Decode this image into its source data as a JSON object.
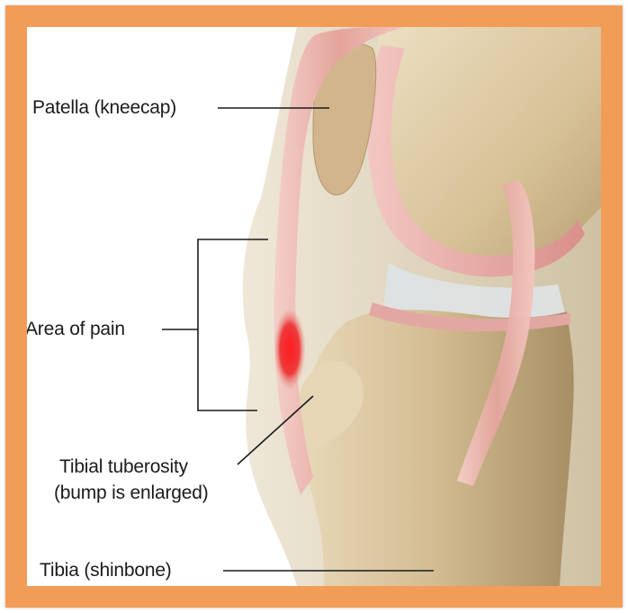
{
  "frame": {
    "border_color": "#f29d57"
  },
  "labels": {
    "patella": "Patella (kneecap)",
    "area_of_pain": "Area of pain",
    "tibial_tuberosity_line1": "Tibial tuberosity",
    "tibial_tuberosity_line2": "(bump is enlarged)",
    "tibia": "Tibia (shinbone)"
  },
  "colors": {
    "bone": "#d9c49c",
    "cartilage": "#e9a9a6",
    "tendon": "#eab8b0",
    "pain": "#e8262a",
    "background_tissue": "#d8cdb5"
  }
}
